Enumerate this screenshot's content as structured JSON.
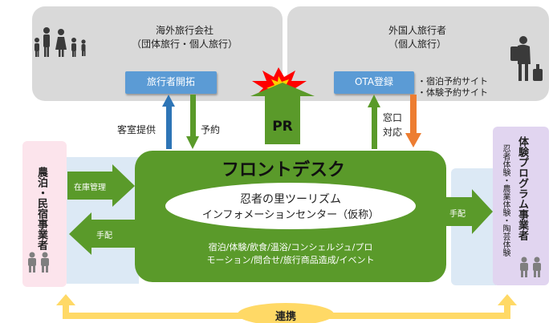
{
  "left_agency": {
    "title_line1": "海外旅行会社",
    "title_line2": "（団体旅行・個人旅行）",
    "button": "旅行者開拓"
  },
  "right_traveler": {
    "title_line1": "外国人旅行者",
    "title_line2": "（個人旅行）",
    "button": "OTA登録",
    "bullet1": "・宿泊予約サイト",
    "bullet2": "・体験予約サイト"
  },
  "pr_label": "PR",
  "arrows": {
    "room_supply": "客室提供",
    "reservation": "予約",
    "window_line1": "窓口",
    "window_line2": "対応",
    "inventory": "在庫管理",
    "arrange_left": "手配",
    "arrange_right": "手配"
  },
  "front_desk": {
    "title": "フロントデスク",
    "center_line1": "忍者の里ツーリズム",
    "center_line2": "インフォメーションセンター（仮称）",
    "services_line1": "宿泊/体験/飲食/温浴/コンシェルジュ/プロ",
    "services_line2": "モーション/問合せ/旅行商品造成/イベント"
  },
  "left_box": {
    "label": "農泊・民宿事業者"
  },
  "right_box": {
    "label": "体験プログラム事業者",
    "sub": "忍者体験・農業体験・陶芸体験"
  },
  "bottom": {
    "label": "連携"
  },
  "colors": {
    "green": "#5a9a2a",
    "blue": "#5b9bd5",
    "orange": "#ed7d31",
    "yellow": "#ffd966",
    "pink": "#fce4ec",
    "lavender": "#e1d5f0"
  }
}
